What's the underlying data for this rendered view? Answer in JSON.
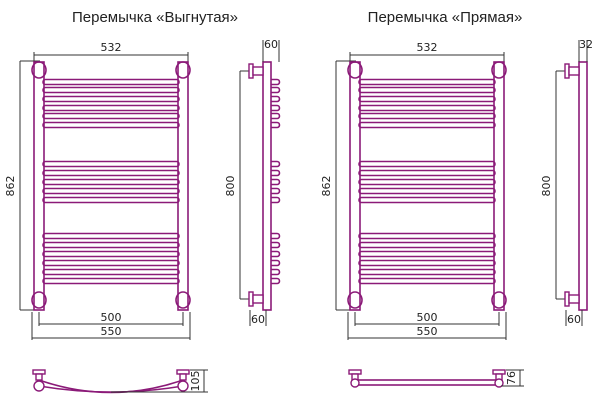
{
  "colors": {
    "pipe": "#8b1a78",
    "dimension": "#333333"
  },
  "curved": {
    "title": "Перемычка «Выгнутая»",
    "width_top": "532",
    "height": "862",
    "side_height": "800",
    "side_depth_top": "60",
    "side_depth_bottom": "60",
    "center_distance": "500",
    "overall_width": "550",
    "bottom_depth": "105"
  },
  "straight": {
    "title": "Перемычка «Прямая»",
    "width_top": "532",
    "height": "862",
    "side_height": "800",
    "side_depth_top": "32",
    "side_depth_bottom": "60",
    "center_distance": "500",
    "overall_width": "550",
    "bottom_depth": "76"
  }
}
